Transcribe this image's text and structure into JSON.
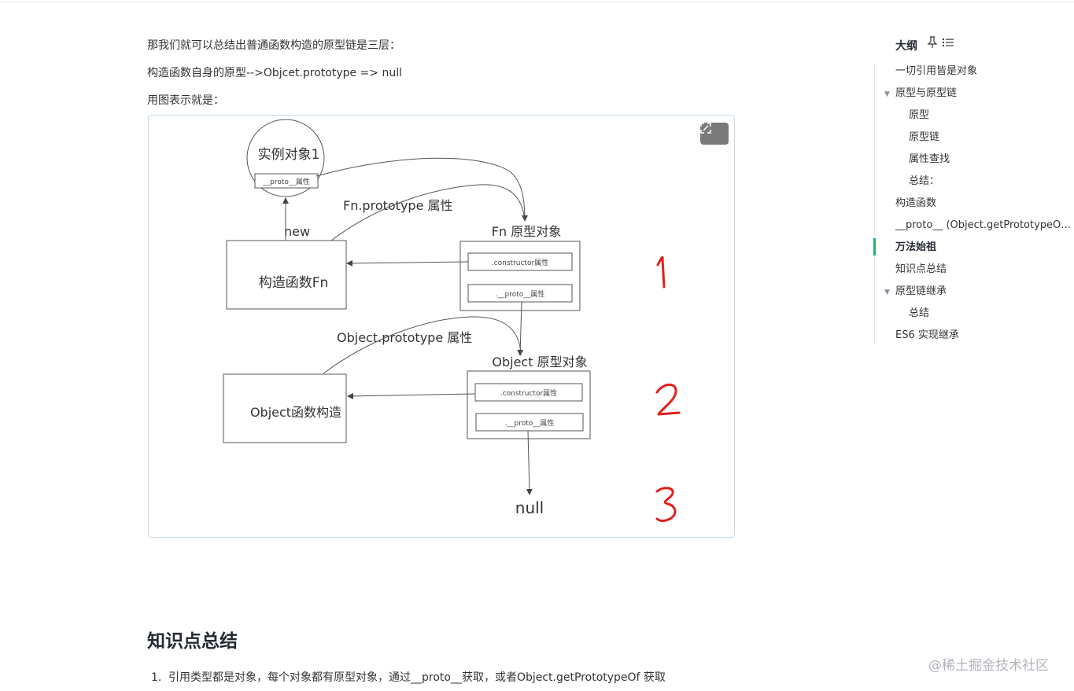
{
  "article": {
    "p1": "那我们就可以总结出普通函数构造的原型链是三层：",
    "p2": "构造函数自身的原型-->Objcet.prototype  => null",
    "p3": "用图表示就是：",
    "heading": "知识点总结",
    "list": [
      {
        "num": "1.",
        "text": "引用类型都是对象，每个对象都有原型对象，通过__proto__获取，或者Object.getPrototypeOf 获取"
      }
    ]
  },
  "figure": {
    "expand_icon": "expand-icon",
    "instance_label": "实例对象1",
    "proto_attr": "__proto__属性",
    "proto_attr2": ".__proto__属性",
    "new_label": "new",
    "fn_prototype_label": "Fn.prototype 属性",
    "fn_proto_obj_label": "Fn 原型对象",
    "constructor_attr": ".constructor属性",
    "ctor_fn_label": "构造函数Fn",
    "object_prototype_label": "Object.prototype 属性",
    "object_proto_obj_label": "Object 原型对象",
    "object_ctor_label": "Object函数构造",
    "null_label": "null",
    "annotation_colors": "#e0201b"
  },
  "outline": {
    "title": "大纲",
    "icons": [
      "pin-icon",
      "list-icon"
    ],
    "active_color": "#1fb36b",
    "items": [
      {
        "label": "一切引用皆是对象",
        "level": 1
      },
      {
        "label": "原型与原型链",
        "level": 1,
        "expanded": true
      },
      {
        "label": "原型",
        "level": 2
      },
      {
        "label": "原型链",
        "level": 2
      },
      {
        "label": "属性查找",
        "level": 2
      },
      {
        "label": "总结：",
        "level": 2
      },
      {
        "label": "构造函数",
        "level": 1
      },
      {
        "label": "__proto__ (Object.getPrototypeOf())...",
        "level": 1
      },
      {
        "label": "万法始祖",
        "level": 1,
        "active": true
      },
      {
        "label": "知识点总结",
        "level": 1
      },
      {
        "label": "原型链继承",
        "level": 1,
        "expanded": true
      },
      {
        "label": "总结",
        "level": 2
      },
      {
        "label": "ES6 实现继承",
        "level": 1
      }
    ]
  },
  "watermark": "@稀土掘金技术社区"
}
